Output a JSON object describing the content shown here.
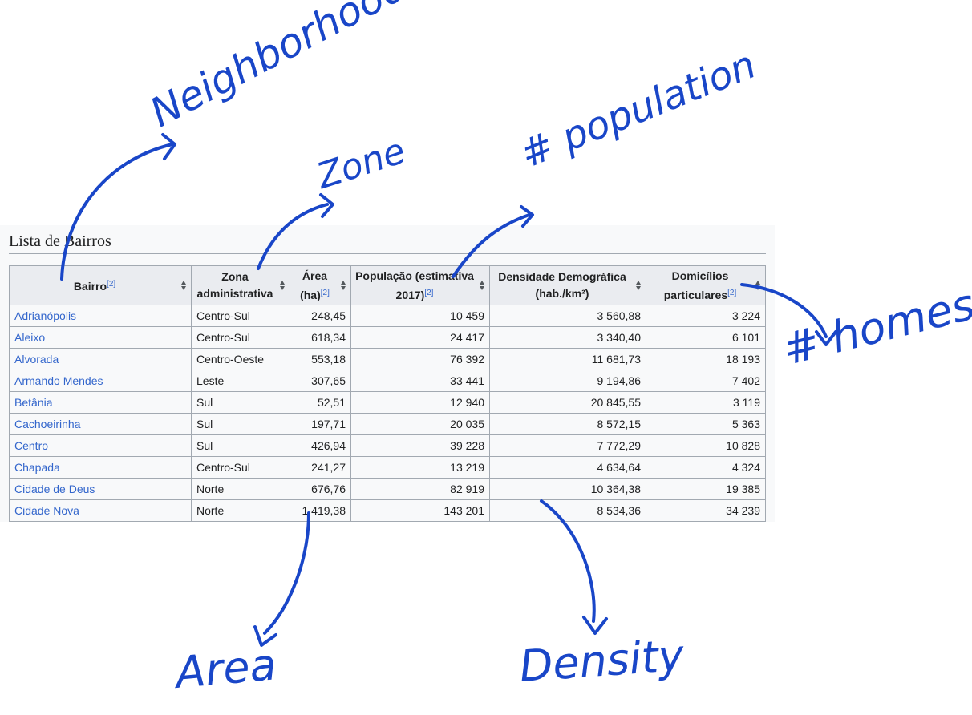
{
  "caption": "Lista de Bairros",
  "headers": [
    {
      "label": "Bairro",
      "ref": "[2]"
    },
    {
      "label": "Zona administrativa",
      "ref": ""
    },
    {
      "label": "Área (ha)",
      "ref": "[2]"
    },
    {
      "label": "População (estimativa 2017)",
      "ref": "[2]"
    },
    {
      "label": "Densidade Demográfica (hab./km²)",
      "ref": ""
    },
    {
      "label": "Domicílios particulares",
      "ref": "[2]"
    }
  ],
  "rows": [
    [
      "Adrianópolis",
      "Centro-Sul",
      "248,45",
      "10 459",
      "3 560,88",
      "3 224"
    ],
    [
      "Aleixo",
      "Centro-Sul",
      "618,34",
      "24 417",
      "3 340,40",
      "6 101"
    ],
    [
      "Alvorada",
      "Centro-Oeste",
      "553,18",
      "76 392",
      "11 681,73",
      "18 193"
    ],
    [
      "Armando Mendes",
      "Leste",
      "307,65",
      "33 441",
      "9 194,86",
      "7 402"
    ],
    [
      "Betânia",
      "Sul",
      "52,51",
      "12 940",
      "20 845,55",
      "3 119"
    ],
    [
      "Cachoeirinha",
      "Sul",
      "197,71",
      "20 035",
      "8 572,15",
      "5 363"
    ],
    [
      "Centro",
      "Sul",
      "426,94",
      "39 228",
      "7 772,29",
      "10 828"
    ],
    [
      "Chapada",
      "Centro-Sul",
      "241,27",
      "13 219",
      "4 634,64",
      "4 324"
    ],
    [
      "Cidade de Deus",
      "Norte",
      "676,76",
      "82 919",
      "10 364,38",
      "19 385"
    ],
    [
      "Cidade Nova",
      "Norte",
      "1 419,38",
      "143 201",
      "8 534,36",
      "34 239"
    ]
  ],
  "annotations": {
    "neighborhood": "Neighborhood",
    "zone": "Zone",
    "population": "# population",
    "homes": "# homes",
    "area": "Area",
    "density": "Density"
  },
  "colors": {
    "ink": "#1946c8",
    "link": "#3366cc",
    "header_bg": "#eaecf0",
    "border": "#a2a9b1"
  }
}
